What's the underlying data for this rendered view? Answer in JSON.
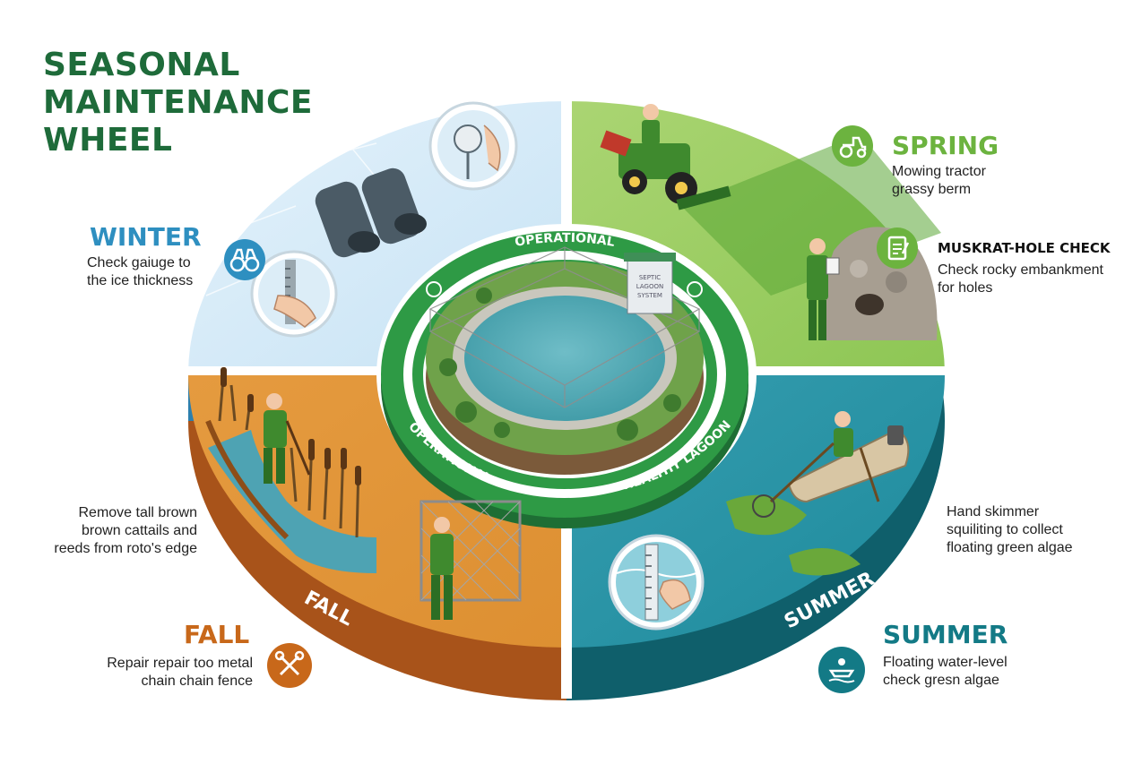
{
  "title": {
    "line1": "SEASONAL",
    "line2": "MAINTENANCE",
    "line3": "WHEEL"
  },
  "ring_labels": {
    "top": "OPERATIONAL",
    "bottom_left": "OPERATIONAL",
    "bottom_right": "HEALTHY LAGOON"
  },
  "sign_text": {
    "line1": "SEPTIC",
    "line2": "LAGOON",
    "line3": "SYSTEM"
  },
  "wedge_labels": {
    "fall": "FALL",
    "summer": "SUMMER"
  },
  "winter": {
    "heading": "WINTER",
    "desc": [
      "Check gaiuge to",
      "the ice thickness"
    ],
    "icon": "binoculars-icon"
  },
  "spring": {
    "heading": "SPRING",
    "desc": [
      "Mowing tractor",
      "grassy berm"
    ],
    "icon": "tractor-icon"
  },
  "muskrat": {
    "heading": "MUSKRAT-HOLE CHECK",
    "desc": [
      "Check rocky embankment",
      "for holes"
    ],
    "icon": "clipboard-icon"
  },
  "fall": {
    "heading": "FALL",
    "left_desc": [
      "Remove tall brown",
      "brown cattails and",
      "reeds from roto's edge"
    ],
    "desc": [
      "Repair repair too metal",
      "chain chain fence"
    ],
    "icon": "tools-icon"
  },
  "summer": {
    "heading": "SUMMER",
    "right_desc": [
      "Hand skimmer",
      "squiliting to collect",
      "floating green algae"
    ],
    "desc": [
      "Floating water-level",
      "check gresn algae"
    ],
    "icon": "boat-icon"
  },
  "colors": {
    "title": "#1e6b3a",
    "winter": "#2e8fc0",
    "spring": "#6cb33f",
    "fall": "#c8681a",
    "summer": "#137a86",
    "ring": "#2e9a45"
  }
}
